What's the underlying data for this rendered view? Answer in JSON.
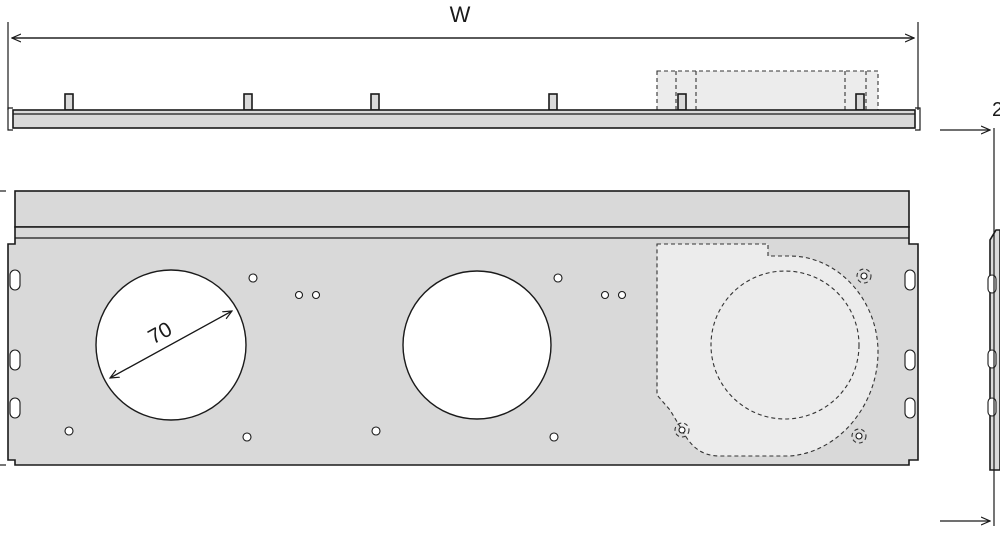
{
  "labels": {
    "width_dimension": "W",
    "hole_diameter": "70",
    "side_dimension_partial": "2"
  },
  "colors": {
    "plate_fill": "#d9d9d9",
    "fan_fill": "#ececec",
    "line": "#1a1a1a"
  }
}
